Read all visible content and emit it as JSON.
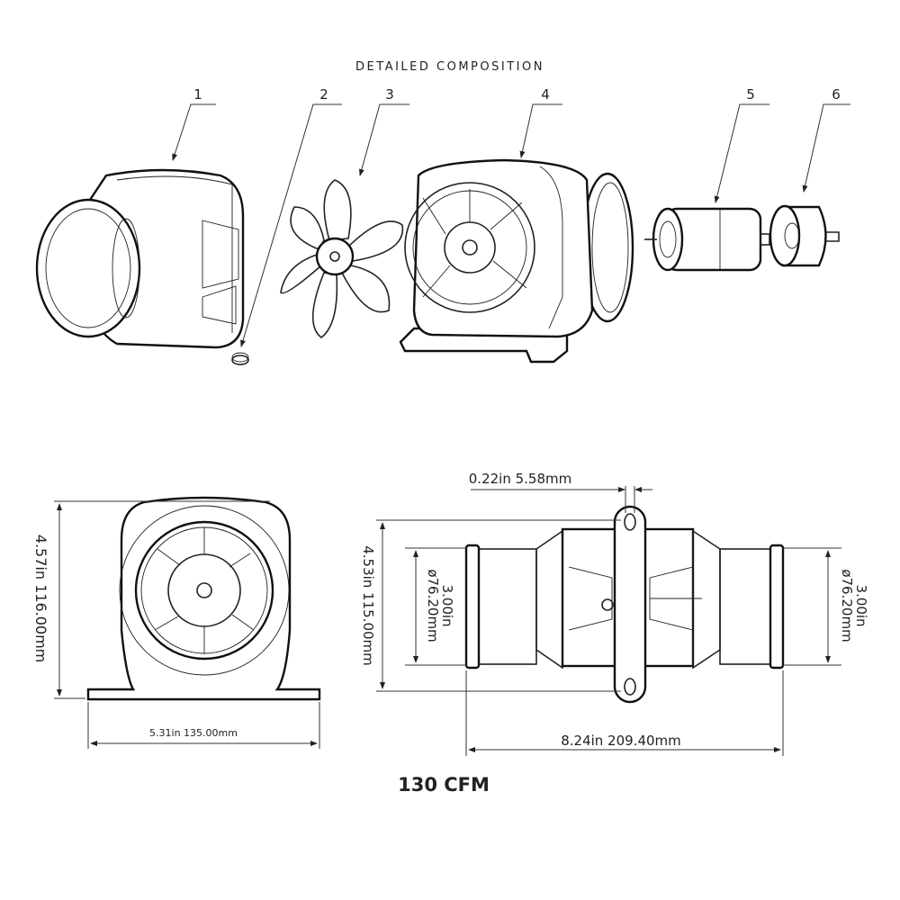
{
  "title": "DETAILED COMPOSITION",
  "part_numbers": [
    "1",
    "2",
    "3",
    "4",
    "5",
    "6"
  ],
  "front_view": {
    "height_label": "4.57in 116.00mm",
    "width_label": "5.31in 135.00mm"
  },
  "side_view": {
    "flange_label": "0.22in 5.58mm",
    "height_label": "4.53in 115.00mm",
    "inlet_in": "3.00in",
    "inlet_mm": "ø76.20mm",
    "outlet_in": "3.00in",
    "outlet_mm": "ø76.20mm",
    "length_label": "8.24in 209.40mm"
  },
  "rating": "130 CFM"
}
